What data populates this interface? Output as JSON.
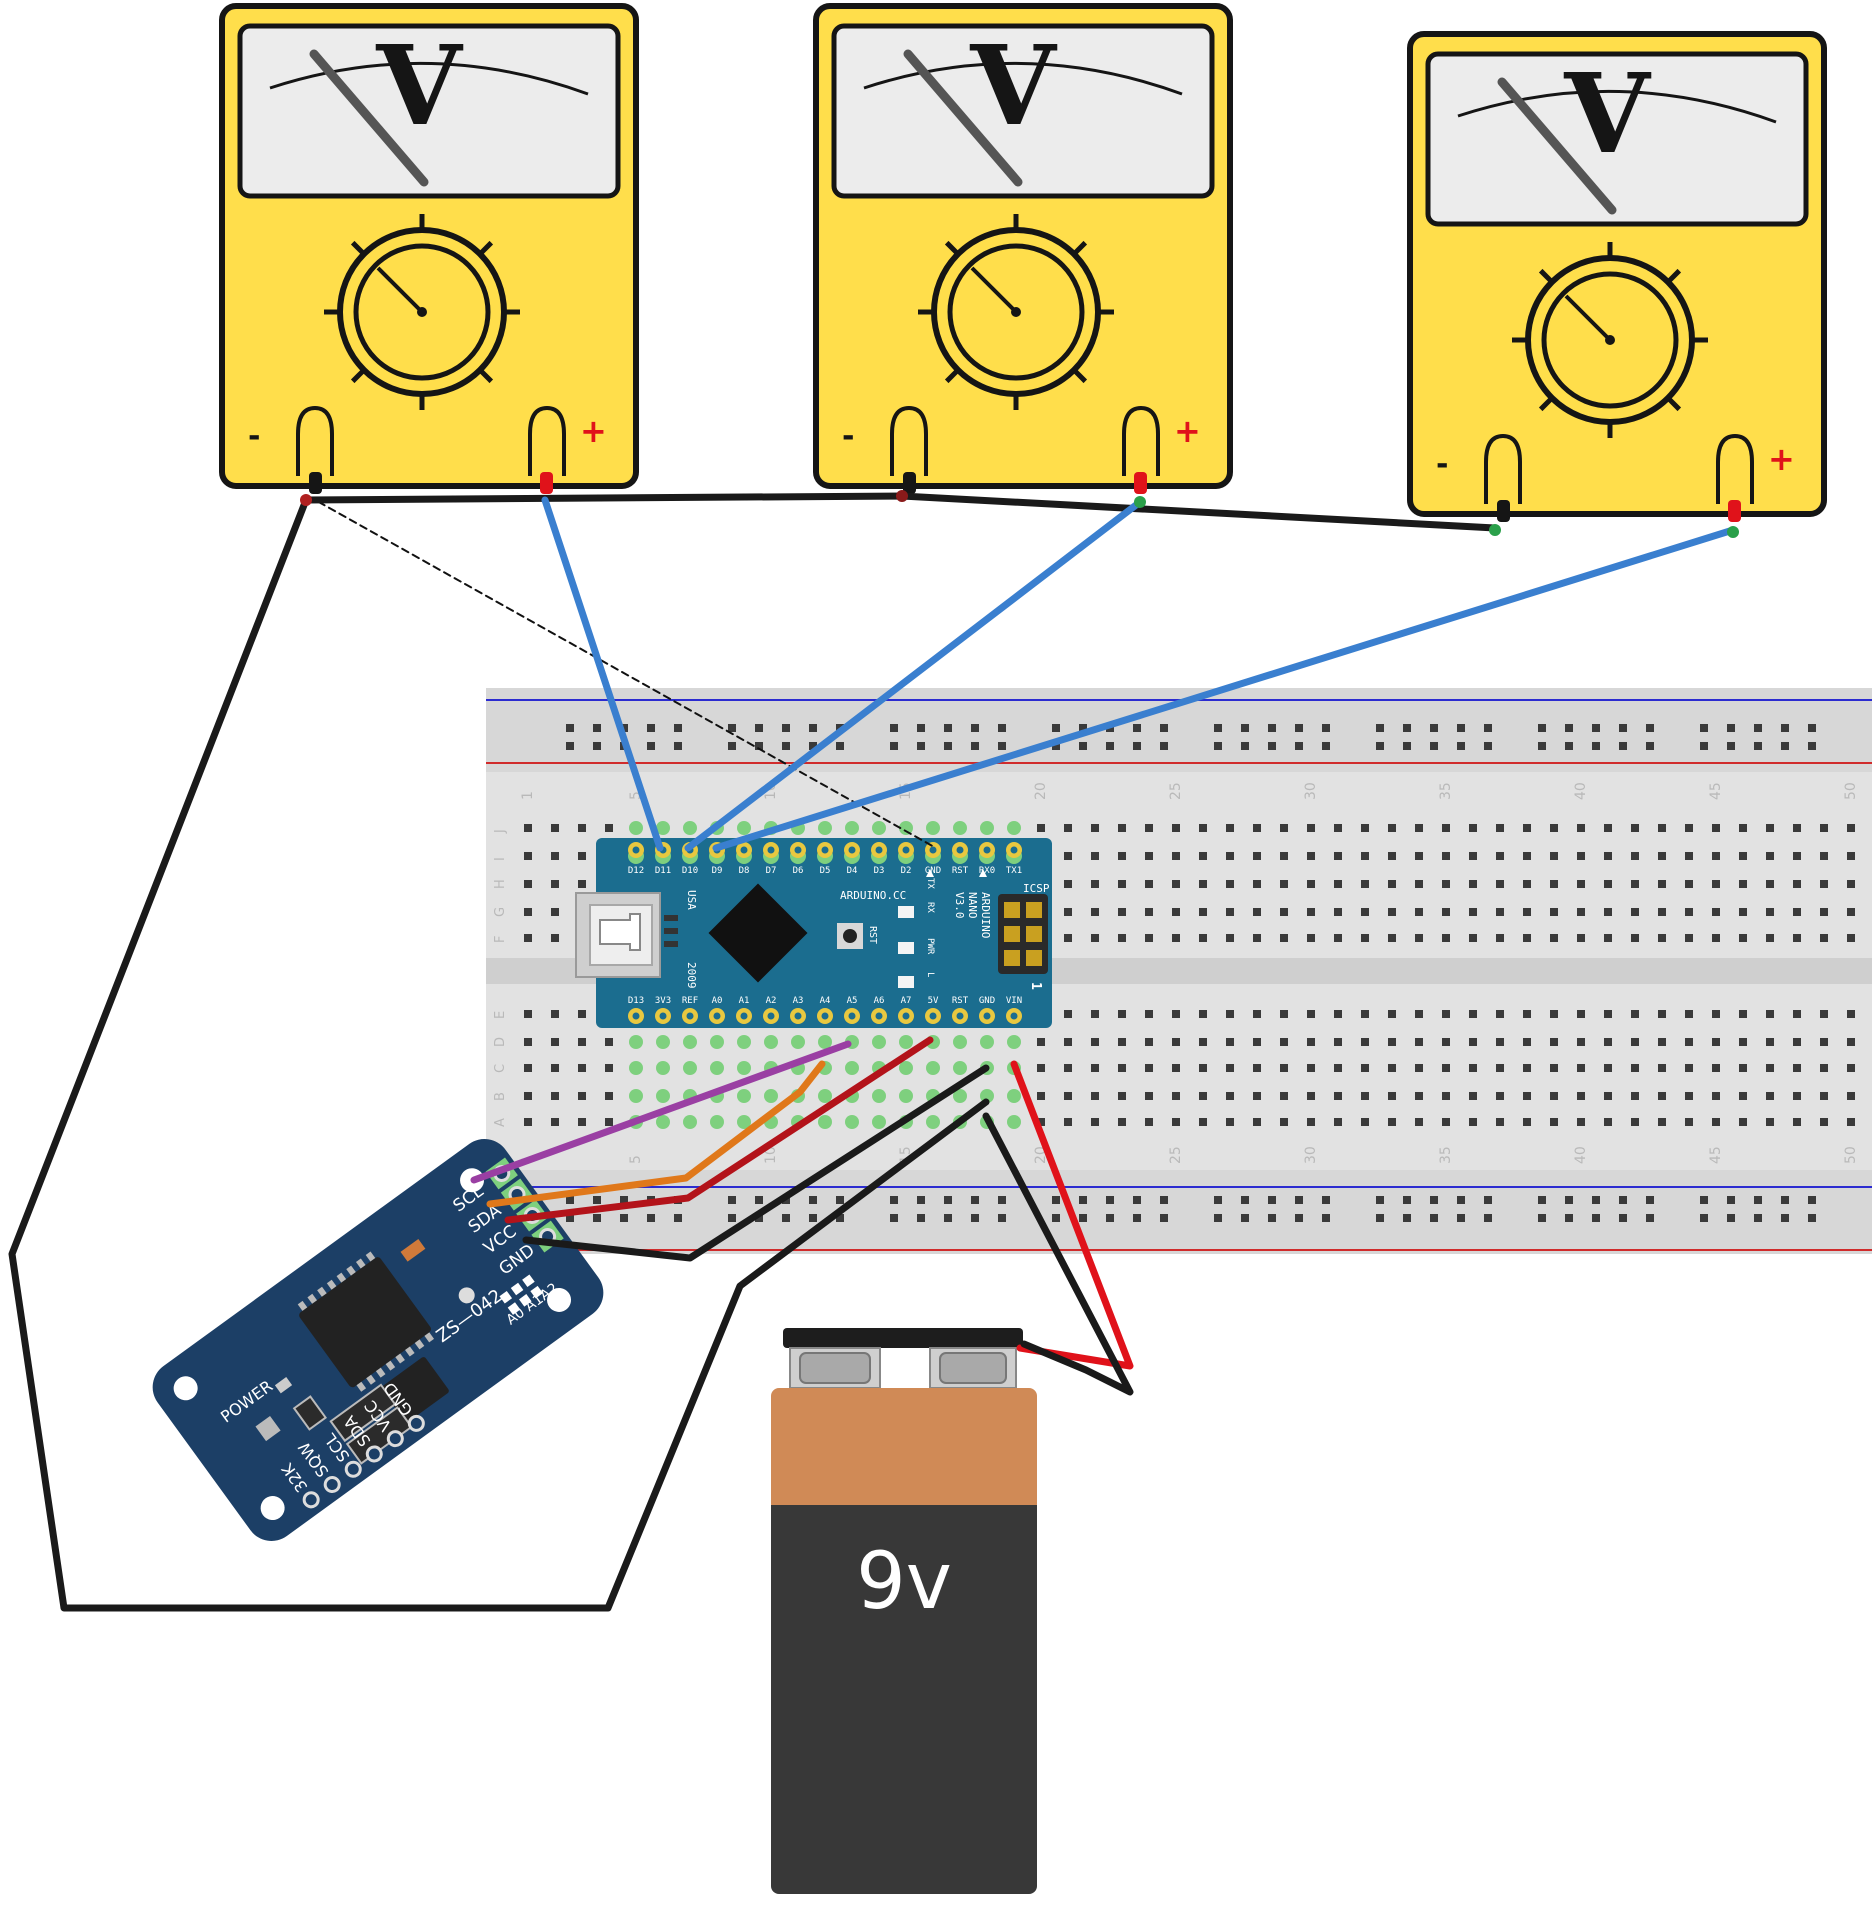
{
  "voltmeters": [
    {
      "symbol": "V",
      "neg_label": "-",
      "pos_label": "+"
    },
    {
      "symbol": "V",
      "neg_label": "-",
      "pos_label": "+"
    },
    {
      "symbol": "V",
      "neg_label": "-",
      "pos_label": "+"
    }
  ],
  "breadboard": {
    "col_numbers": [
      "1",
      "5",
      "10",
      "15",
      "20",
      "25",
      "30",
      "35",
      "40",
      "45",
      "50"
    ],
    "rows_top": [
      "J",
      "I",
      "H",
      "G",
      "F"
    ],
    "rows_bottom": [
      "E",
      "D",
      "C",
      "B",
      "A"
    ]
  },
  "arduino": {
    "top_pins": [
      "D12",
      "D11",
      "D10",
      "D9",
      "D8",
      "D7",
      "D6",
      "D5",
      "D4",
      "D3",
      "D2",
      "GND",
      "RST",
      "RX0",
      "TX1"
    ],
    "bottom_pins": [
      "D13",
      "3V3",
      "REF",
      "A0",
      "A1",
      "A2",
      "A3",
      "A4",
      "A5",
      "A6",
      "A7",
      "5V",
      "RST",
      "GND",
      "VIN"
    ],
    "brand": "ARDUINO.CC",
    "name": "ARDUINO\nNANO\nV3.0",
    "name_lines": [
      "ARDUINO",
      "NANO",
      "V3.0"
    ],
    "usa": "USA",
    "year": "2009",
    "rst": "RST",
    "leds": [
      "TX",
      "RX",
      "PWR",
      "L"
    ],
    "icsp": "ICSP",
    "icsp_pin": "1"
  },
  "rtc": {
    "right_pins": [
      "SCL",
      "SDA",
      "VCC",
      "GND"
    ],
    "left_pins": [
      "32K",
      "SQW",
      "SCL",
      "SDA",
      "VCC",
      "GND"
    ],
    "power": "POWER",
    "model": "ZS—042",
    "address": "A0 A1A2"
  },
  "battery": {
    "label": "9v"
  },
  "colors": {
    "meter_yellow": "#ffde4b",
    "breadboard": "#dedede",
    "arduino_blue": "#1b6d8f",
    "rtc_blue": "#1c3f66",
    "wire_blue": "#3a7fcf",
    "wire_black": "#1a1a1a",
    "wire_red": "#e0121a",
    "wire_darkred": "#b3131a",
    "wire_orange": "#e0781a",
    "wire_purple": "#9a3fa3",
    "battery_copper": "#d08a56",
    "battery_body": "#383838"
  }
}
